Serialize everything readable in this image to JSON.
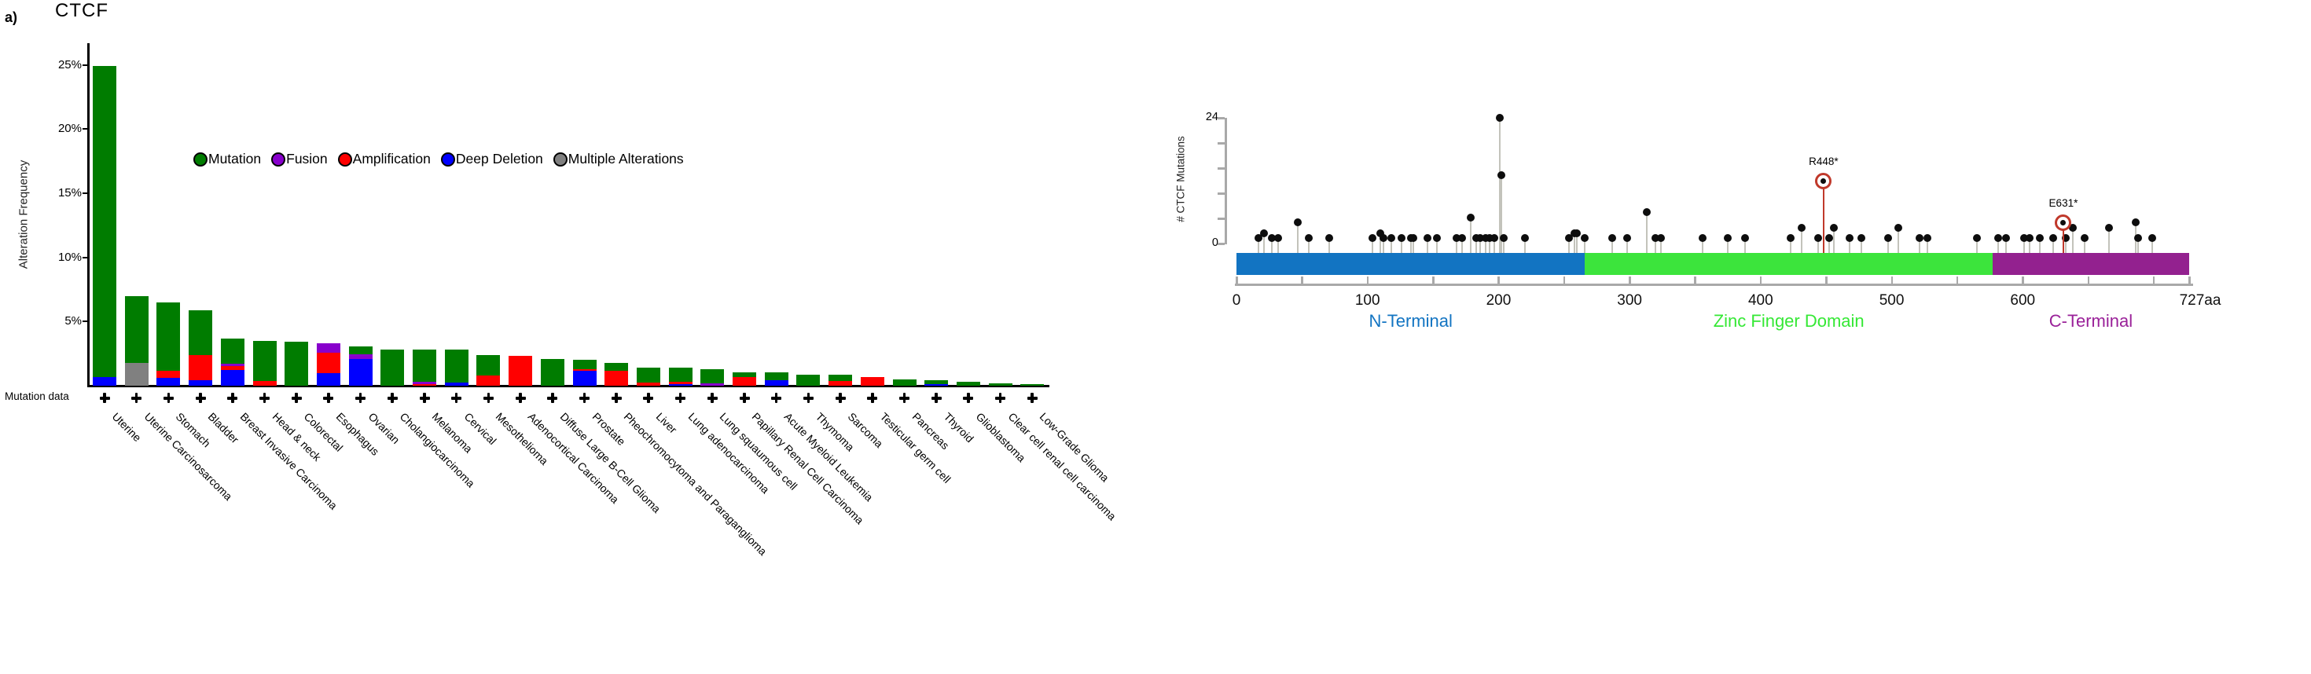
{
  "figure_label": "a)",
  "chart_data": [
    {
      "type": "bar",
      "title": "CTCF",
      "ylabel": "Alteration Frequency",
      "ylim": [
        0,
        26
      ],
      "y_ticks": [
        {
          "label": "25%",
          "value": 25
        },
        {
          "label": "20%",
          "value": 20
        },
        {
          "label": "15%",
          "value": 15
        },
        {
          "label": "10%",
          "value": 10
        },
        {
          "label": "5%",
          "value": 5
        }
      ],
      "legend_position": "upper-middle",
      "legend": [
        {
          "key": "mutation",
          "label": "Mutation",
          "color": "#007C00"
        },
        {
          "key": "fusion",
          "label": "Fusion",
          "color": "#8800CC"
        },
        {
          "key": "amplification",
          "label": "Amplification",
          "color": "#FF0000"
        },
        {
          "key": "deep_deletion",
          "label": "Deep Deletion",
          "color": "#0000FF"
        },
        {
          "key": "multiple",
          "label": "Multiple Alterations",
          "color": "#808080"
        }
      ],
      "mutation_data_row_label": "Mutation data",
      "mutation_data_marker": "plus-icon",
      "categories": [
        "Uterine",
        "Uterine Carcinosarcoma",
        "Stomach",
        "Bladder",
        "Breast Invasive Carcinoma",
        "Head & neck",
        "Colorectal",
        "Esophagus",
        "Ovarian",
        "Cholangiocarcinoma",
        "Melanoma",
        "Cervical",
        "Mesothelioma",
        "Adenocortical Carcinoma",
        "Diffuse Large B-Cell Glioma",
        "Prostate",
        "Pheochromocytoma and Paraganglioma",
        "Liver",
        "Lung adenocarcinoma",
        "Lung squaumous cell",
        "Papillary Renal Cell Carcinoma",
        "Acute Myeloid Leukemia",
        "Thymoma",
        "Sarcoma",
        "Testicular germ cell",
        "Pancreas",
        "Thyroid",
        "Glioblastoma",
        "Clear cell renal cell carcinoma",
        "Low-Grade Glioma"
      ],
      "bars": [
        {
          "label": "Uterine",
          "mutation_data": true,
          "segments": [
            [
              "deep_deletion",
              0.7
            ],
            [
              "mutation",
              24.2
            ]
          ]
        },
        {
          "label": "Uterine Carcinosarcoma",
          "mutation_data": true,
          "segments": [
            [
              "multiple",
              1.75
            ],
            [
              "mutation",
              5.25
            ]
          ]
        },
        {
          "label": "Stomach",
          "mutation_data": true,
          "segments": [
            [
              "deep_deletion",
              0.6
            ],
            [
              "amplification",
              0.55
            ],
            [
              "mutation",
              5.35
            ]
          ]
        },
        {
          "label": "Bladder",
          "mutation_data": true,
          "segments": [
            [
              "deep_deletion",
              0.45
            ],
            [
              "amplification",
              1.95
            ],
            [
              "mutation",
              3.5
            ]
          ]
        },
        {
          "label": "Breast Invasive Carcinoma",
          "mutation_data": true,
          "segments": [
            [
              "deep_deletion",
              1.25
            ],
            [
              "amplification",
              0.3
            ],
            [
              "fusion",
              0.15
            ],
            [
              "mutation",
              2.0
            ]
          ]
        },
        {
          "label": "Head & neck",
          "mutation_data": true,
          "segments": [
            [
              "amplification",
              0.35
            ],
            [
              "mutation",
              3.15
            ]
          ]
        },
        {
          "label": "Colorectal",
          "mutation_data": true,
          "segments": [
            [
              "mutation",
              3.4
            ]
          ]
        },
        {
          "label": "Esophagus",
          "mutation_data": true,
          "segments": [
            [
              "deep_deletion",
              1.0
            ],
            [
              "amplification",
              1.55
            ],
            [
              "fusion",
              0.75
            ]
          ]
        },
        {
          "label": "Ovarian",
          "mutation_data": true,
          "segments": [
            [
              "deep_deletion",
              2.1
            ],
            [
              "fusion",
              0.35
            ],
            [
              "mutation",
              0.6
            ]
          ]
        },
        {
          "label": "Cholangiocarcinoma",
          "mutation_data": true,
          "segments": [
            [
              "mutation",
              2.8
            ]
          ]
        },
        {
          "label": "Melanoma",
          "mutation_data": true,
          "segments": [
            [
              "amplification",
              0.1
            ],
            [
              "fusion",
              0.2
            ],
            [
              "mutation",
              2.5
            ]
          ]
        },
        {
          "label": "Cervical",
          "mutation_data": true,
          "segments": [
            [
              "deep_deletion",
              0.25
            ],
            [
              "mutation",
              2.55
            ]
          ]
        },
        {
          "label": "Mesothelioma",
          "mutation_data": true,
          "segments": [
            [
              "amplification",
              0.8
            ],
            [
              "mutation",
              1.6
            ]
          ]
        },
        {
          "label": "Adenocortical Carcinoma",
          "mutation_data": true,
          "segments": [
            [
              "amplification",
              2.3
            ]
          ]
        },
        {
          "label": "Diffuse Large B-Cell Glioma",
          "mutation_data": true,
          "segments": [
            [
              "mutation",
              2.1
            ]
          ]
        },
        {
          "label": "Prostate",
          "mutation_data": true,
          "segments": [
            [
              "deep_deletion",
              1.15
            ],
            [
              "amplification",
              0.15
            ],
            [
              "mutation",
              0.75
            ]
          ]
        },
        {
          "label": "Pheochromocytoma and Paraganglioma",
          "mutation_data": true,
          "segments": [
            [
              "amplification",
              1.15
            ],
            [
              "mutation",
              0.6
            ]
          ]
        },
        {
          "label": "Liver",
          "mutation_data": true,
          "segments": [
            [
              "amplification",
              0.25
            ],
            [
              "mutation",
              1.15
            ]
          ]
        },
        {
          "label": "Lung adenocarcinoma",
          "mutation_data": true,
          "segments": [
            [
              "deep_deletion",
              0.15
            ],
            [
              "amplification",
              0.15
            ],
            [
              "mutation",
              1.1
            ]
          ]
        },
        {
          "label": "Lung squaumous cell",
          "mutation_data": true,
          "segments": [
            [
              "fusion",
              0.2
            ],
            [
              "mutation",
              1.1
            ]
          ]
        },
        {
          "label": "Papillary Renal Cell Carcinoma",
          "mutation_data": true,
          "segments": [
            [
              "amplification",
              0.7
            ],
            [
              "mutation",
              0.35
            ]
          ]
        },
        {
          "label": "Acute Myeloid Leukemia",
          "mutation_data": true,
          "segments": [
            [
              "deep_deletion",
              0.4
            ],
            [
              "mutation",
              0.65
            ]
          ]
        },
        {
          "label": "Thymoma",
          "mutation_data": true,
          "segments": [
            [
              "mutation",
              0.85
            ]
          ]
        },
        {
          "label": "Sarcoma",
          "mutation_data": true,
          "segments": [
            [
              "amplification",
              0.35
            ],
            [
              "mutation",
              0.5
            ]
          ]
        },
        {
          "label": "Testicular germ cell",
          "mutation_data": true,
          "segments": [
            [
              "amplification",
              0.7
            ]
          ]
        },
        {
          "label": "Pancreas",
          "mutation_data": true,
          "segments": [
            [
              "mutation",
              0.5
            ]
          ]
        },
        {
          "label": "Thyroid",
          "mutation_data": true,
          "segments": [
            [
              "deep_deletion",
              0.1
            ],
            [
              "mutation",
              0.3
            ]
          ]
        },
        {
          "label": "Glioblastoma",
          "mutation_data": true,
          "segments": [
            [
              "mutation",
              0.3
            ]
          ]
        },
        {
          "label": "Clear cell renal cell carcinoma",
          "mutation_data": true,
          "segments": [
            [
              "mutation",
              0.2
            ]
          ]
        },
        {
          "label": "Low-Grade Glioma",
          "mutation_data": true,
          "segments": [
            [
              "mutation",
              0.15
            ]
          ]
        }
      ]
    },
    {
      "type": "lollipop",
      "ylabel": "# CTCF Mutations",
      "ylim": [
        0,
        24
      ],
      "y_ticks": [
        {
          "label": "24",
          "value": 24
        },
        {
          "label": "0",
          "value": 0
        }
      ],
      "protein_length_aa": 727,
      "x_ticks": [
        {
          "label": "0",
          "aa": 0
        },
        {
          "label": "100",
          "aa": 100
        },
        {
          "label": "200",
          "aa": 200
        },
        {
          "label": "300",
          "aa": 300
        },
        {
          "label": "400",
          "aa": 400
        },
        {
          "label": "500",
          "aa": 500
        },
        {
          "label": "600",
          "aa": 600
        }
      ],
      "x_end_label": "727aa",
      "x_minor_tick_interval": 50,
      "domains": [
        {
          "name": "N-Terminal",
          "start": 0,
          "end": 266,
          "color": "#1274C2",
          "label_color": "#1274C2"
        },
        {
          "name": "Zinc Finger Domain",
          "start": 266,
          "end": 577,
          "color": "#3CE43C",
          "label_color": "#35E835"
        },
        {
          "name": "C-Terminal",
          "start": 577,
          "end": 727,
          "color": "#93218F",
          "label_color": "#9A2199"
        }
      ],
      "mutations": [
        [
          17,
          1
        ],
        [
          21,
          2
        ],
        [
          27,
          1
        ],
        [
          32,
          1
        ],
        [
          47,
          4
        ],
        [
          55,
          1
        ],
        [
          71,
          1
        ],
        [
          104,
          1
        ],
        [
          110,
          2
        ],
        [
          112,
          1
        ],
        [
          118,
          1
        ],
        [
          126,
          1
        ],
        [
          133,
          1
        ],
        [
          135,
          1
        ],
        [
          146,
          1
        ],
        [
          153,
          1
        ],
        [
          168,
          1
        ],
        [
          172,
          1
        ],
        [
          179,
          5
        ],
        [
          183,
          1
        ],
        [
          186,
          1
        ],
        [
          190,
          1
        ],
        [
          193,
          1
        ],
        [
          197,
          1
        ],
        [
          201,
          24
        ],
        [
          202,
          13
        ],
        [
          204,
          1
        ],
        [
          220,
          1
        ],
        [
          254,
          1
        ],
        [
          258,
          2
        ],
        [
          260,
          2
        ],
        [
          266,
          1
        ],
        [
          287,
          1
        ],
        [
          298,
          1
        ],
        [
          313,
          6
        ],
        [
          320,
          1
        ],
        [
          324,
          1
        ],
        [
          356,
          1
        ],
        [
          375,
          1
        ],
        [
          388,
          1
        ],
        [
          423,
          1
        ],
        [
          431,
          3
        ],
        [
          444,
          1
        ],
        [
          452,
          1
        ],
        [
          456,
          3
        ],
        [
          468,
          1
        ],
        [
          477,
          1
        ],
        [
          497,
          1
        ],
        [
          505,
          3
        ],
        [
          521,
          1
        ],
        [
          527,
          1
        ],
        [
          565,
          1
        ],
        [
          581,
          1
        ],
        [
          587,
          1
        ],
        [
          601,
          1
        ],
        [
          605,
          1
        ],
        [
          613,
          1
        ],
        [
          623,
          1
        ],
        [
          633,
          1
        ],
        [
          638,
          3
        ],
        [
          647,
          1
        ],
        [
          666,
          3
        ],
        [
          686,
          4
        ],
        [
          688,
          1
        ],
        [
          699,
          1
        ]
      ],
      "annotations": [
        {
          "label": "R448*",
          "aa": 448,
          "count": 12
        },
        {
          "label": "E631*",
          "aa": 631,
          "count": 4
        }
      ],
      "annotation_color": "#C0392B",
      "stem_color": "#C3C3BB",
      "dot_color": "#0D0D0D",
      "axis_color": "#A9A9A9"
    }
  ]
}
